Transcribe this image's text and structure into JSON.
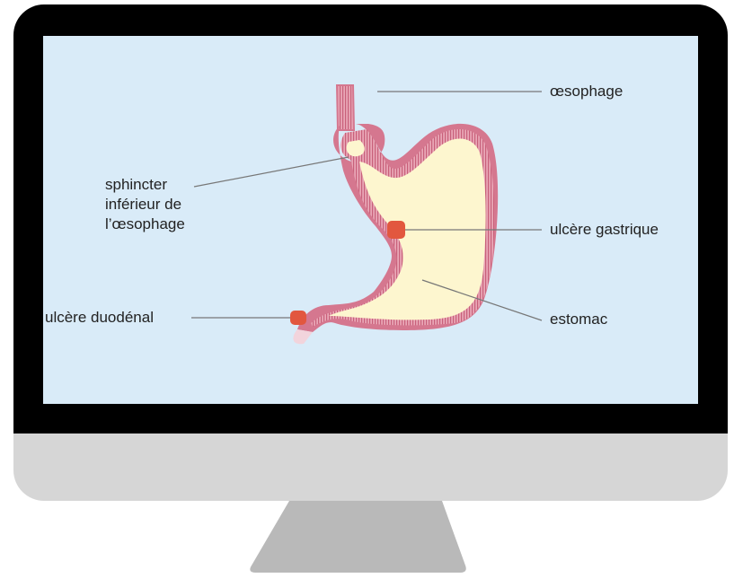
{
  "diagram": {
    "labels": {
      "oesophage": "œsophage",
      "sphincter_lines": [
        "sphincter",
        "inférieur de",
        "l’œsophage"
      ],
      "ulcere_gastrique": "ulcère gastrique",
      "ulcere_duodenal": "ulcère duodénal",
      "estomac": "estomac"
    }
  },
  "colors": {
    "screen_background": "#d9ebf8",
    "stomach_wall": "#d5778f",
    "stomach_interior": "#fdf6cf",
    "ulcer": "#e2573f",
    "bezel": "#000000",
    "chin": "#d6d6d6",
    "stand": "#b9b9b9"
  }
}
